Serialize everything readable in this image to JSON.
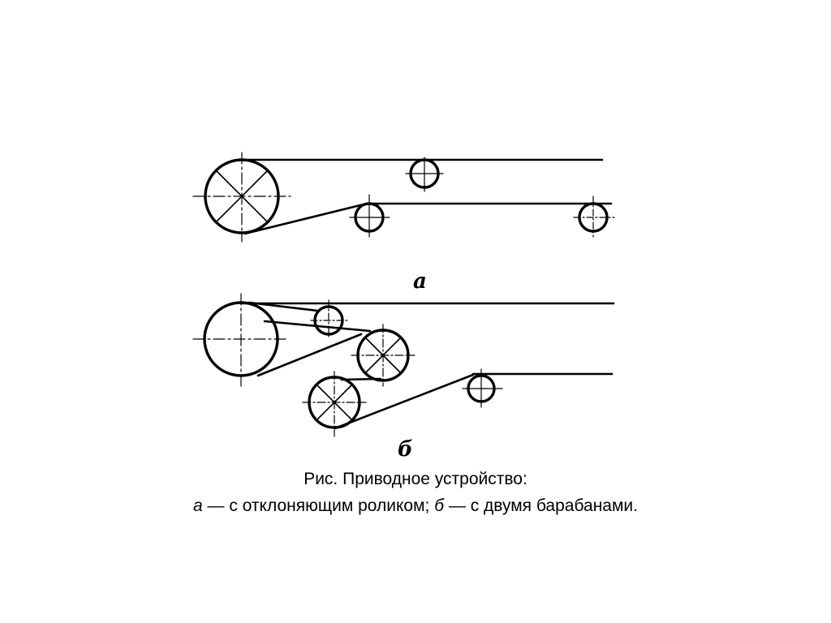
{
  "figure": {
    "label_a": "а",
    "label_b": "б",
    "caption_line1": "Рис. Приводное устройство:",
    "caption_line2": {
      "a_letter": "а",
      "a_text": " — с отклоняющим роликом; ",
      "b_letter": "б",
      "b_text": " — с двумя барабанами."
    }
  }
}
